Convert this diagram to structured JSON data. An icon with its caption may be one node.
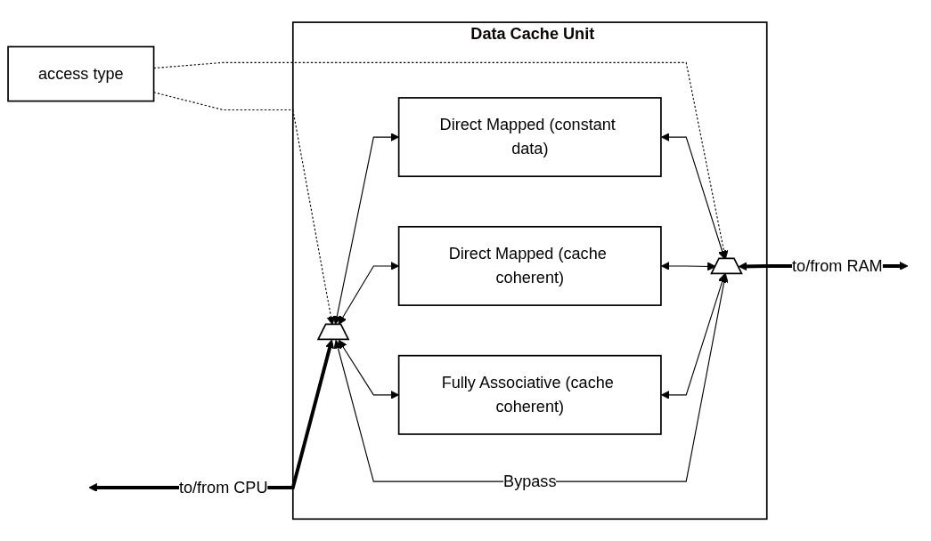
{
  "diagram": {
    "nodes": [
      {
        "text": [
          "Data Cache Unit"
        ]
      },
      {
        "text": [],
        "shape": "trapezoid",
        "in": 0
      },
      {
        "text": [
          "Direct Mapped (constant data)"
        ],
        "in": 0
      },
      {
        "text": [
          "Direct Mapped (cache coherent)"
        ],
        "in": 0
      },
      {
        "text": [
          "Fully Associative (cache coherent)"
        ],
        "in": 0
      },
      {
        "text": [],
        "shape": "trapezoid",
        "in": 0
      },
      {
        "text": [
          "access type"
        ]
      }
    ],
    "edges": [
      {
        "from": 6,
        "to": 1,
        "arrow": "to",
        "style": "dashed"
      },
      {
        "from": 6,
        "to": 5,
        "arrow": "to",
        "style": "dashed"
      },
      {
        "from": null,
        "to": 1,
        "arrow": "both",
        "style": "thick",
        "label": "to/from CPU"
      },
      {
        "from": 1,
        "to": 2,
        "arrow": "both"
      },
      {
        "from": 1,
        "to": 3,
        "arrow": "both"
      },
      {
        "from": 1,
        "to": 4,
        "arrow": "both"
      },
      {
        "from": 2,
        "to": 5,
        "arrow": "both"
      },
      {
        "from": 3,
        "to": 5,
        "arrow": "both"
      },
      {
        "from": 4,
        "to": 5,
        "arrow": "both"
      },
      {
        "from": 1,
        "to": 5,
        "arrow": "both",
        "label": "Bypass"
      },
      {
        "from": 5,
        "to": null,
        "arrow": "both",
        "style": "thick",
        "label": "to/from RAM"
      }
    ]
  }
}
